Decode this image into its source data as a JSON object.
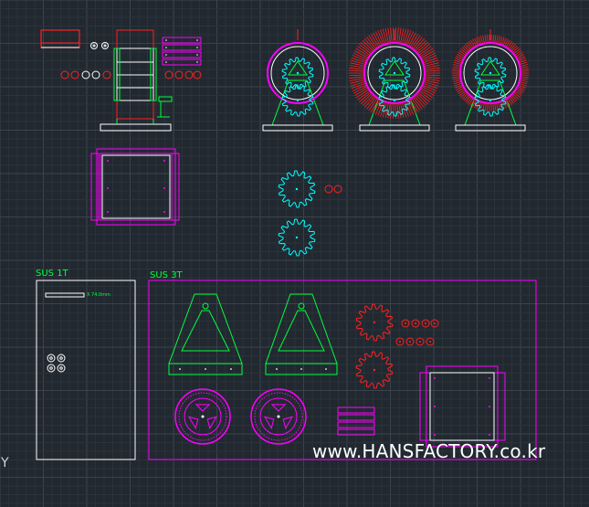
{
  "labels": {
    "sus_1t": "SUS 1T",
    "sus_3t": "SUS 3T",
    "dimension_note": "X 74.0mm",
    "axis": "Y"
  },
  "watermark": "www.HANSFACTORY.co.kr",
  "colors": {
    "background": "#212830",
    "grid_major": "#3a434c",
    "grid_minor": "#2a323a",
    "green": "#00ff3c",
    "magenta": "#ff00ff",
    "cyan": "#00ffff",
    "red": "#ff2020",
    "white": "#ffffff"
  }
}
